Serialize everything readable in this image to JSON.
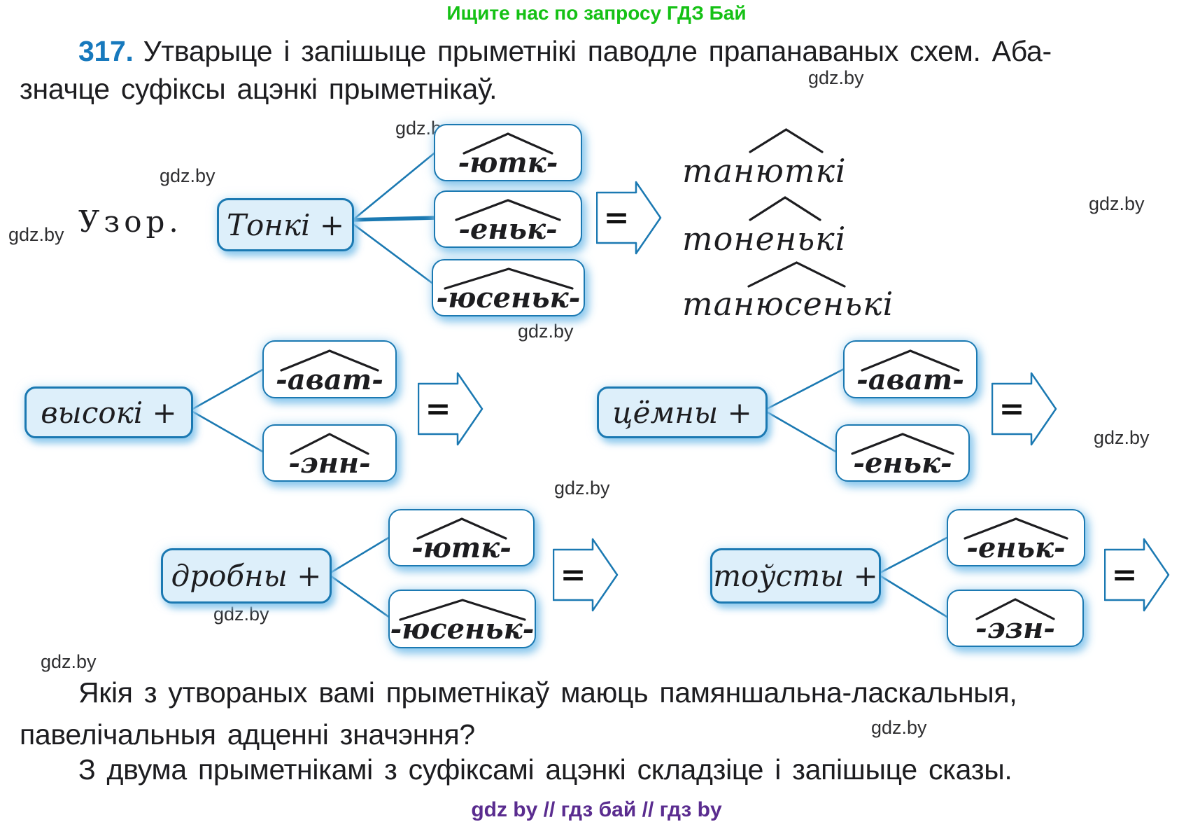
{
  "promo": {
    "text": "Ищите нас по запросу ГДЗ Бай"
  },
  "watermark": "gdz.by",
  "exercise": {
    "number": "317.",
    "line1": "Утварыце і запішыце прыметнікі паводле прапанаваных схем. Аба-",
    "line2": "значце суфіксы ацэнкі прыметнікаў."
  },
  "sample": {
    "label": "Узор.",
    "root": "Тонкі +",
    "suffixes": [
      "-ютк-",
      "-еньк-",
      "-юсеньк-"
    ],
    "results": [
      "танюткі",
      "тоненькі",
      "танюсенькі"
    ]
  },
  "equals": "=",
  "schemes": [
    {
      "root": "высокі +",
      "suffixes": [
        "-ават-",
        "-энн-"
      ]
    },
    {
      "root": "цёмны +",
      "suffixes": [
        "-ават-",
        "-еньк-"
      ]
    },
    {
      "root": "дробны +",
      "suffixes": [
        "-ютк-",
        "-юсеньк-"
      ]
    },
    {
      "root": "тоўсты +",
      "suffixes": [
        "-еньк-",
        "-эзн-"
      ]
    }
  ],
  "questions": {
    "q1_line1": "Якія з утвораных вамі прыметнікаў маюць памяншальна-ласкальныя,",
    "q1_line2": "павелічальныя адценні значэння?",
    "q2": "З двума прыметнікамі з суфіксамі ацэнкі складзіце і запішыце сказы."
  },
  "footer": {
    "text": "gdz by  //  гдз бай  //  гдз by"
  },
  "colors": {
    "accent_blue": "#1b79b2",
    "root_fill": "#ddeffa",
    "promo_green": "#15c115",
    "number_blue": "#1779bd",
    "footer_purple": "#5a2c8f",
    "text_black": "#1d1d20"
  }
}
